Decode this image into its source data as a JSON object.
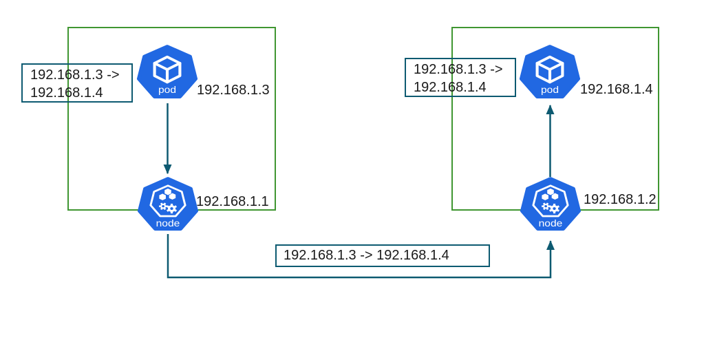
{
  "colors": {
    "kubernetes_blue": "#2168e2",
    "cluster_border_green": "#3f9631",
    "flow_teal": "#0d5a71",
    "label_text": "#1a1a1a"
  },
  "left_cluster": {
    "packet_box": {
      "line1": "192.168.1.3 ->",
      "line2": "192.168.1.4"
    },
    "pod": {
      "label": "pod",
      "ip": "192.168.1.3"
    },
    "node": {
      "label": "node",
      "ip": "192.168.1.1"
    }
  },
  "right_cluster": {
    "packet_box": {
      "line1": "192.168.1.3 ->",
      "line2": "192.168.1.4"
    },
    "pod": {
      "label": "pod",
      "ip": "192.168.1.4"
    },
    "node": {
      "label": "node",
      "ip": "192.168.1.2"
    }
  },
  "node_link": {
    "packet_label": "192.168.1.3 -> 192.168.1.4"
  }
}
